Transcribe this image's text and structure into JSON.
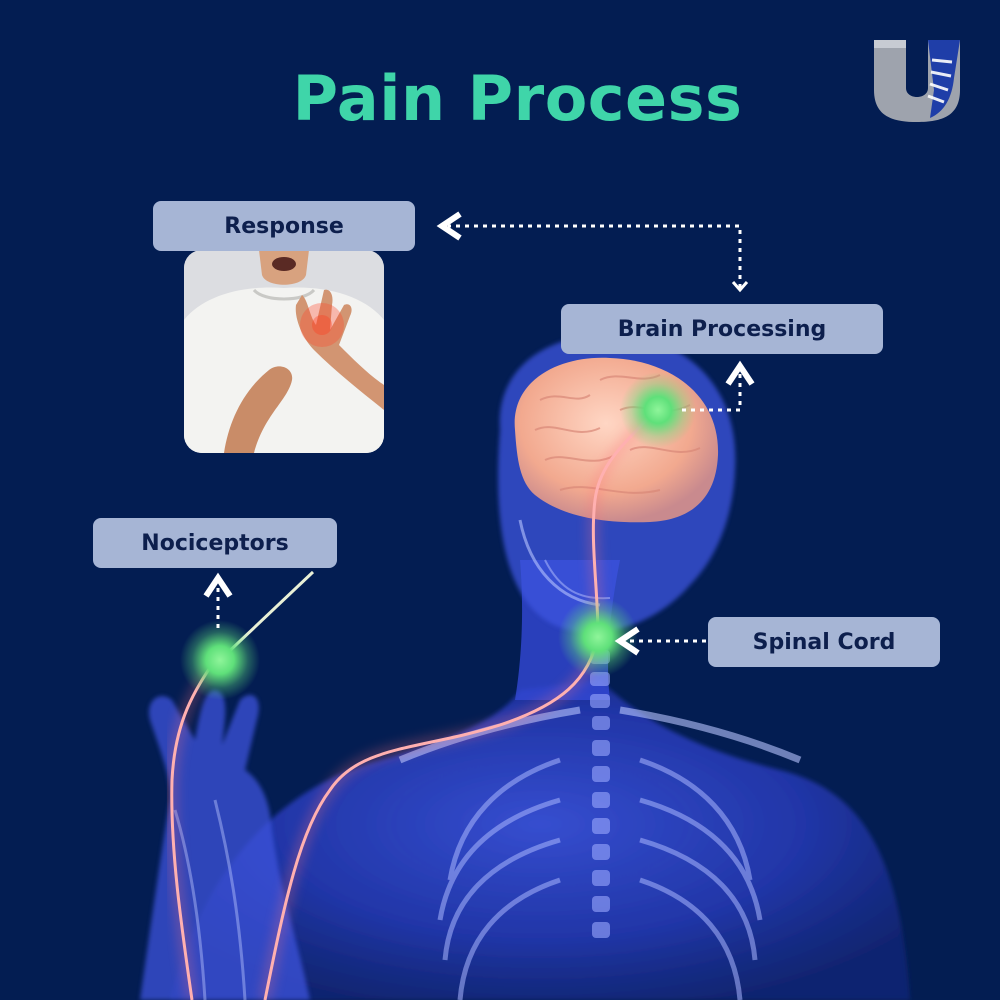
{
  "title": "Pain Process",
  "labels": {
    "response": "Response",
    "brain_processing": "Brain Processing",
    "nociceptors": "Nociceptors",
    "spinal_cord": "Spinal Cord"
  },
  "colors": {
    "background": "#031d52",
    "title": "#3fd5a9",
    "label_bg": "#a6b5d5",
    "label_text": "#0d1f4d",
    "node_glow": "#5fe07a",
    "nerve": "#ff8a8a"
  },
  "icons": {
    "logo": "u-shield-logo",
    "photo": "person-hand-pain-photo",
    "figure": "xray-human-skeleton"
  }
}
